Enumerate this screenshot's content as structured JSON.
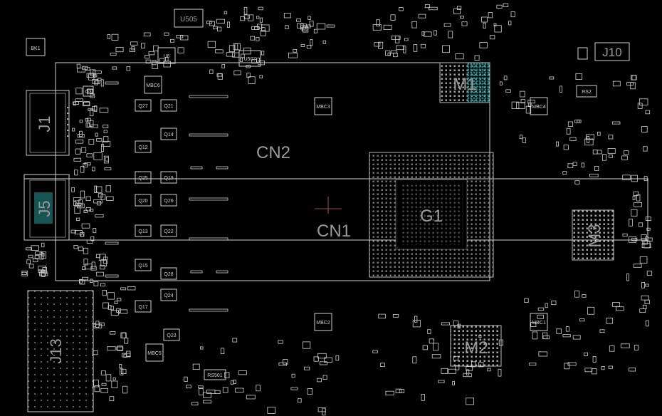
{
  "colors": {
    "background": "#000000",
    "outline": "#d8d8d8",
    "label": "#9a9a9a",
    "teal_pads": "#2a8080"
  },
  "labels": {
    "j1": "J1",
    "j5": "J5",
    "j13": "J13",
    "j10": "J10",
    "m1": "M1",
    "m2": "M2",
    "m3": "M3",
    "g1": "G1",
    "cn1": "CN1",
    "cn2": "CN2",
    "bk1": "BK1",
    "u505": "U505",
    "u6": "U6",
    "u507": "U507",
    "rs2": "RS2",
    "rs501": "RS501",
    "mbc1": "MBC1",
    "mbc2": "MBC2",
    "mbc3": "MBC3",
    "mbc4": "MBC4",
    "mbc5": "MBC5",
    "mbc6": "MBC6",
    "q3": "Q3",
    "q12": "Q12",
    "q13": "Q13",
    "q14": "Q14",
    "q15": "Q15",
    "q17": "Q17",
    "q19": "Q19",
    "q20": "Q20",
    "q21": "Q21",
    "q22": "Q22",
    "q23": "Q23",
    "q24": "Q24",
    "q25": "Q25",
    "q26": "Q26",
    "q27": "Q27",
    "q28": "Q28"
  }
}
